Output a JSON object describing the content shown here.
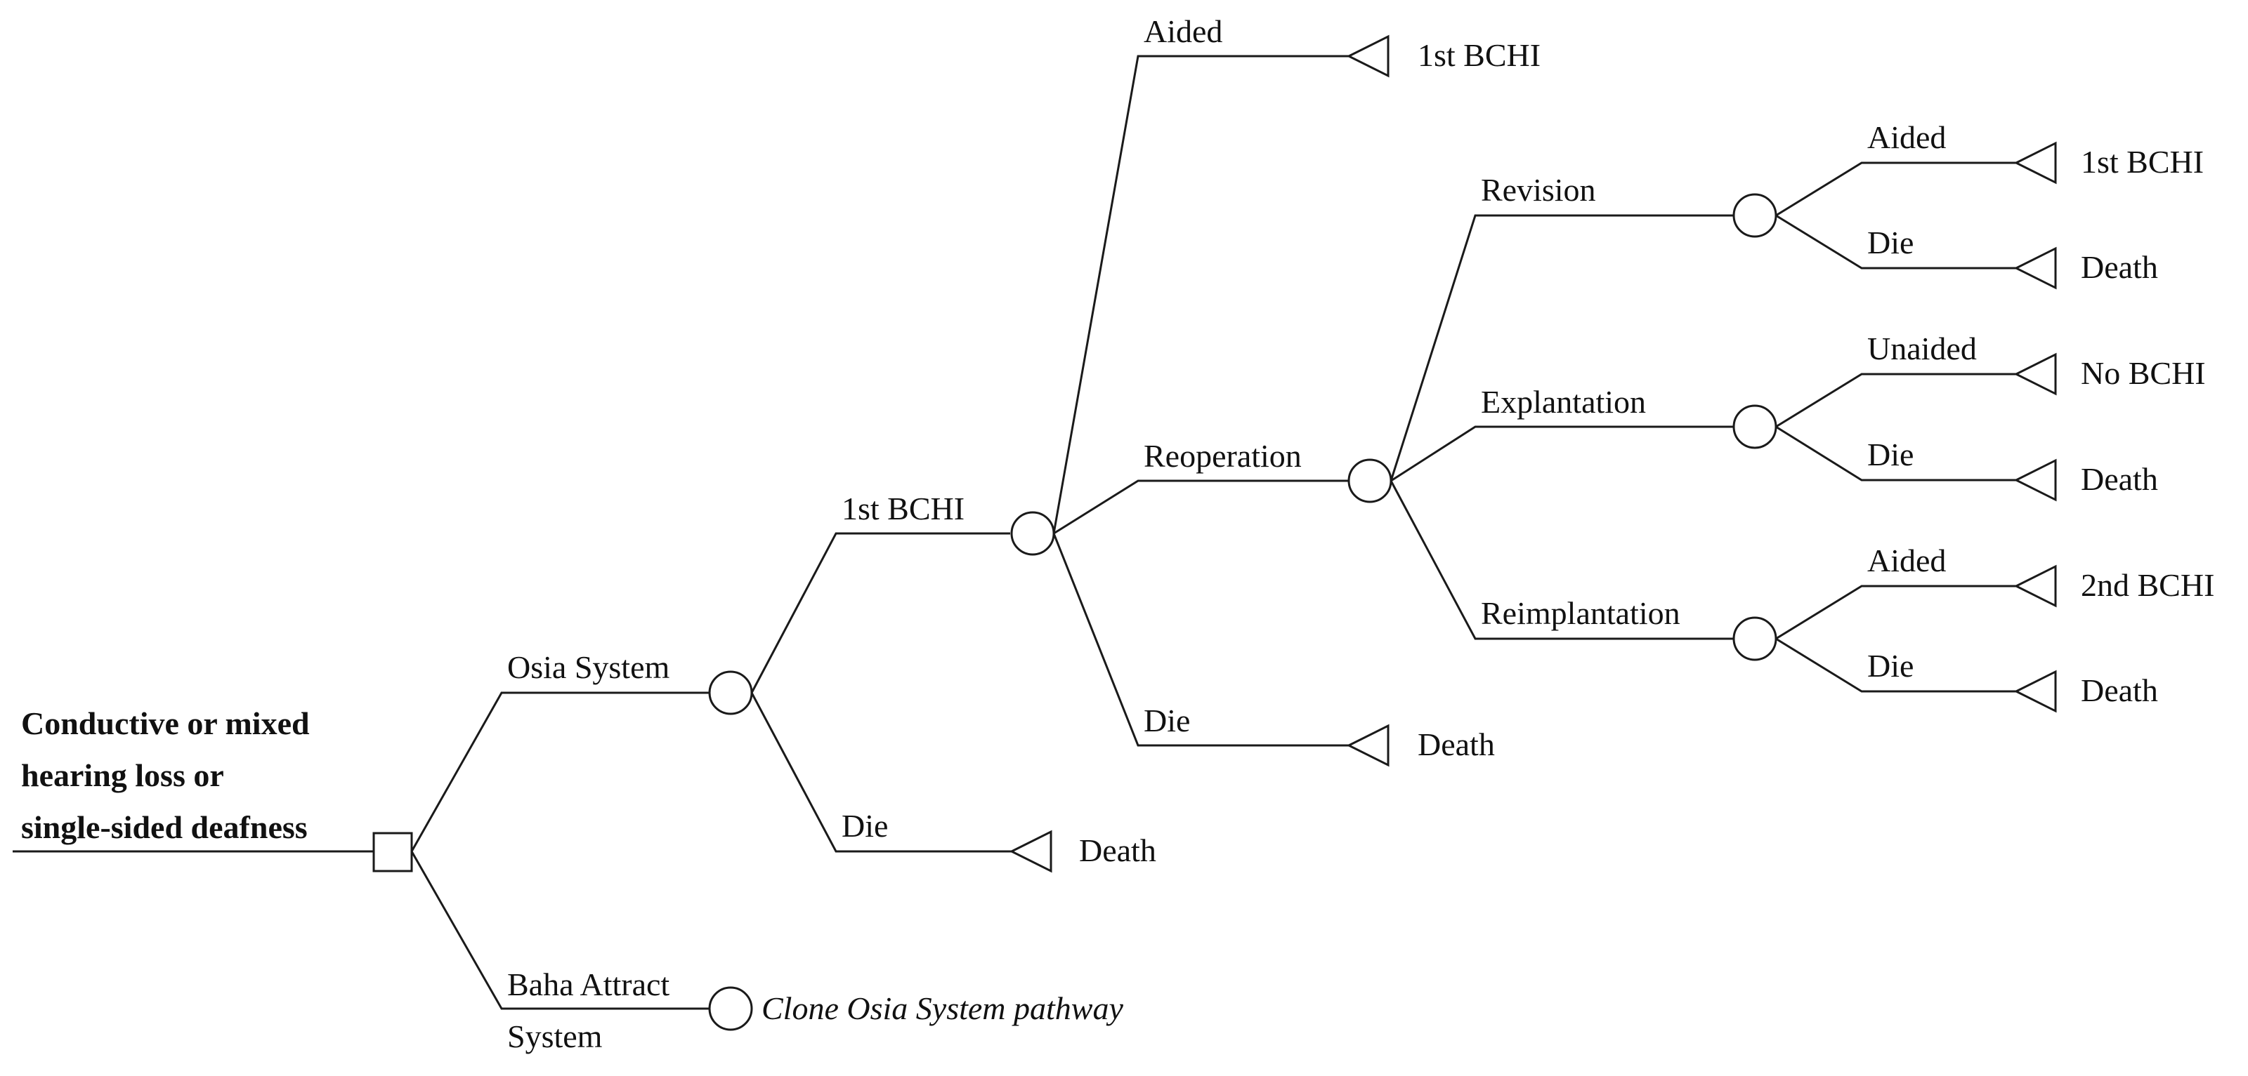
{
  "root": {
    "lines": [
      "Conductive or mixed",
      "hearing loss or",
      "single-sided deafness"
    ]
  },
  "strategies": {
    "osia": "Osia System",
    "baha_line1": "Baha Attract",
    "baha_line2": "System",
    "clone_note": "Clone Osia System pathway"
  },
  "branches": {
    "first_bchi": "1st BCHI",
    "die": "Die",
    "aided": "Aided",
    "unaided": "Unaided",
    "reoperation": "Reoperation",
    "revision": "Revision",
    "explantation": "Explantation",
    "reimplantation": "Reimplantation"
  },
  "outcomes": {
    "death": "Death",
    "first_bchi": "1st BCHI",
    "no_bchi": "No BCHI",
    "second_bchi": "2nd BCHI"
  }
}
